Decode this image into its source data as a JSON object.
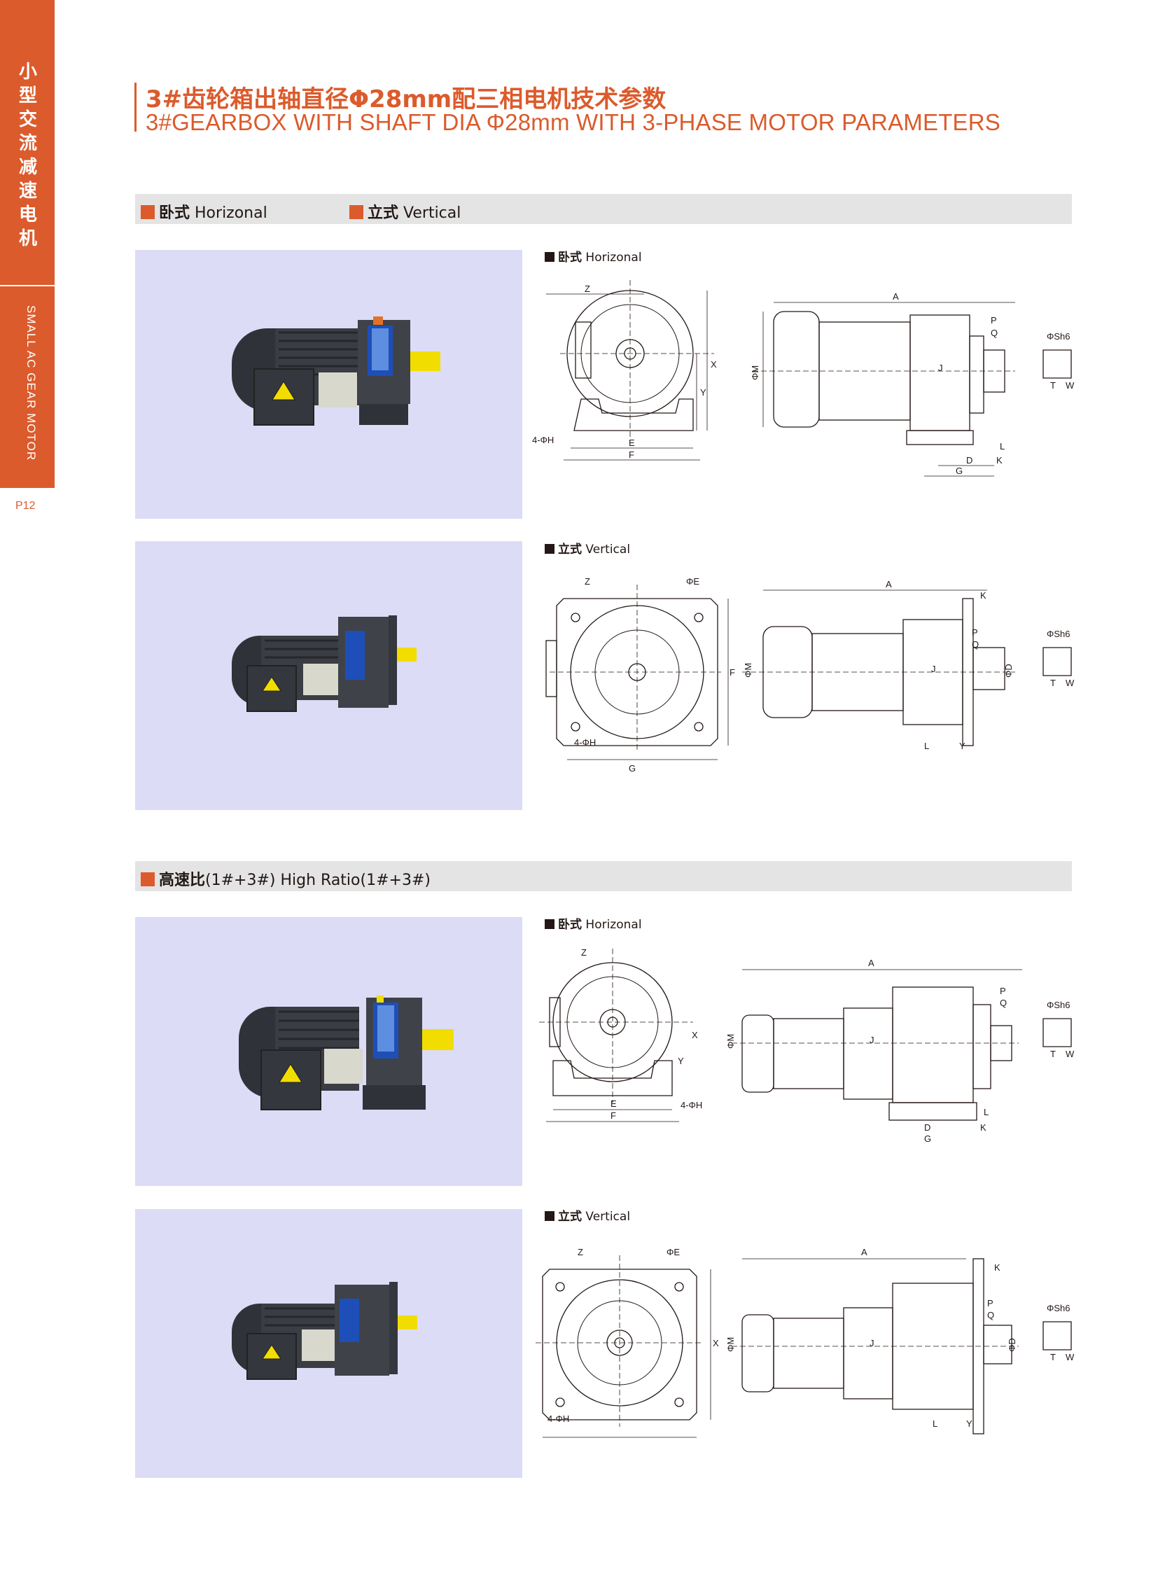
{
  "side": {
    "cn_title": "小型交流减速电机",
    "en_title": "SMALL AC GEAR MOTOR",
    "page": "P12"
  },
  "header": {
    "title_cn": "3#齿轮箱出轴直径Φ28mm配三相电机技术参数",
    "title_en": "3#GEARBOX WITH SHAFT DIA Φ28mm WITH 3-PHASE MOTOR PARAMETERS"
  },
  "section1": {
    "item1_cn": "卧式",
    "item1_en": "Horizonal",
    "item2_cn": "立式",
    "item2_en": "Vertical"
  },
  "section2": {
    "label_cn": "高速比",
    "label_rest": "(1#+3#)  High Ratio(1#+3#)"
  },
  "drawings": [
    {
      "cn": "卧式",
      "en": "Horizonal"
    },
    {
      "cn": "立式",
      "en": "Vertical"
    },
    {
      "cn": "卧式",
      "en": "Horizonal"
    },
    {
      "cn": "立式",
      "en": "Vertical"
    }
  ],
  "dims": {
    "Z": "Z",
    "A": "A",
    "X": "X",
    "Y": "Y",
    "E": "E",
    "F": "F",
    "G": "G",
    "D": "D",
    "K": "K",
    "L": "L",
    "P": "P",
    "Q": "Q",
    "J": "J",
    "T": "T",
    "W": "W",
    "M": "ΦM",
    "S": "ΦSh6",
    "H": "4-ΦH",
    "PE": "ΦE",
    "PD": "ΦD"
  },
  "colors": {
    "accent": "#db5b2c",
    "bar_bg": "#e4e4e4",
    "photo_bg": "#dcdcf6",
    "motor_body": "#3a3d44",
    "shaft": "#f2dd00",
    "label_blue": "#1e4fb8"
  }
}
